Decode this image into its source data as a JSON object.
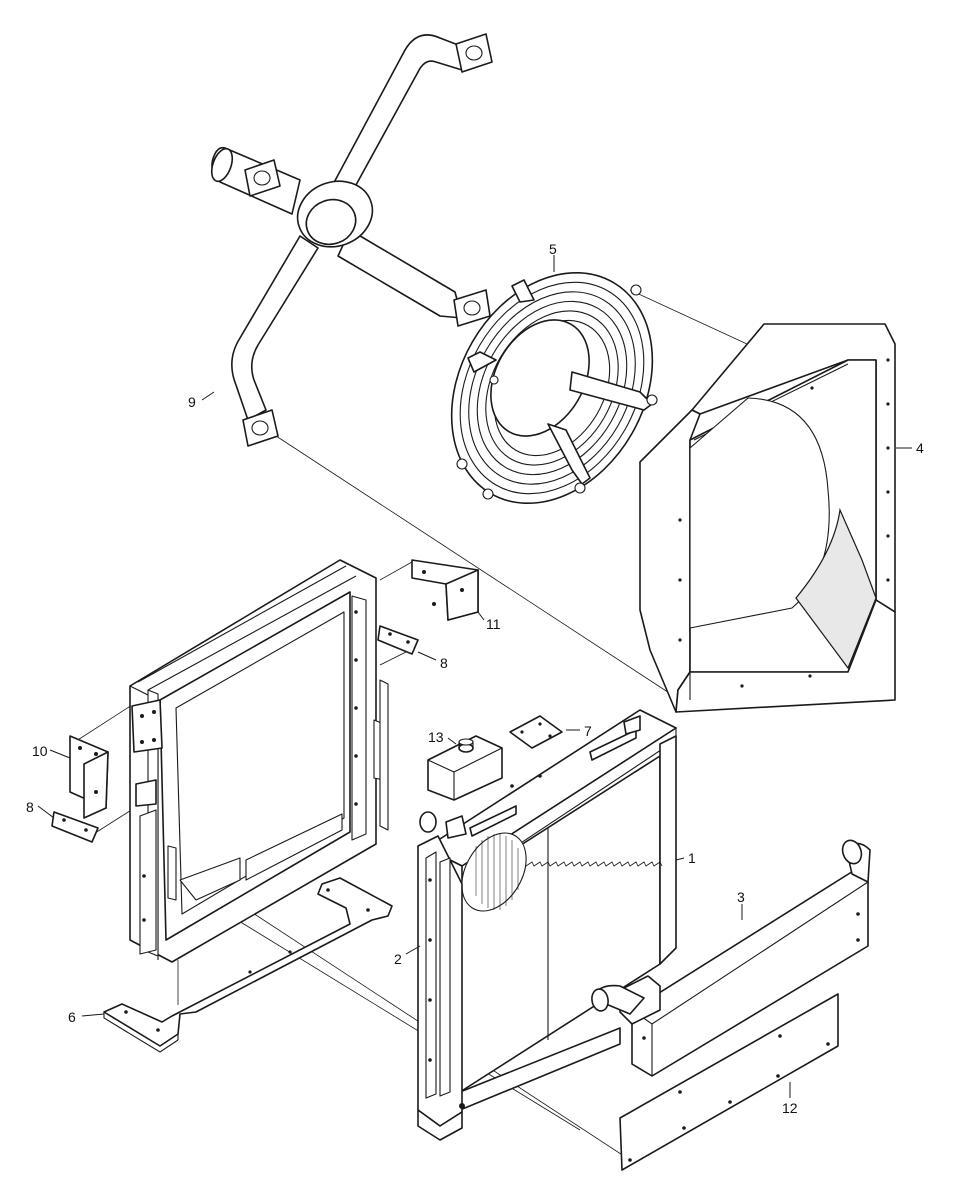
{
  "diagram": {
    "callouts": {
      "c1": "1",
      "c2": "2",
      "c3": "3",
      "c4": "4",
      "c5": "5",
      "c6": "6",
      "c7": "7",
      "c8a": "8",
      "c8b": "8",
      "c9": "9",
      "c10": "10",
      "c11": "11",
      "c12": "12",
      "c13": "13"
    }
  }
}
